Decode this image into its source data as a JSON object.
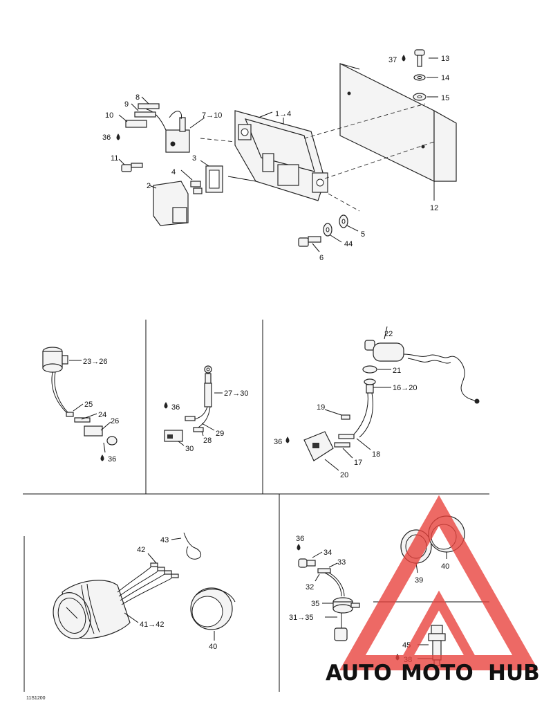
{
  "callouts": {
    "c1_4": "1→4",
    "c2": "2",
    "c3": "3",
    "c4": "4",
    "c5": "5",
    "c6": "6",
    "c7_10": "7→10",
    "c8": "8",
    "c9": "9",
    "c10": "10",
    "c11": "11",
    "c12": "12",
    "c13": "13",
    "c14": "14",
    "c15": "15",
    "c36a": "36",
    "c37": "37",
    "c44": "44",
    "c23_26": "23→26",
    "c24": "24",
    "c25": "25",
    "c26": "26",
    "c36b": "36",
    "c27_30": "27→30",
    "c28": "28",
    "c29": "29",
    "c30": "30",
    "c36c": "36",
    "c22": "22",
    "c21": "21",
    "c16_20": "16→20",
    "c19": "19",
    "c18": "18",
    "c17": "17",
    "c20": "20",
    "c36d": "36",
    "c43": "43",
    "c42": "42",
    "c41_42": "41→42",
    "c40a": "40",
    "c36e": "36",
    "c34": "34",
    "c33": "33",
    "c32": "32",
    "c35": "35",
    "c31_35": "31→35",
    "c40b": "40",
    "c39": "39",
    "c45": "45",
    "c38": "38"
  },
  "drawing_code": "11S1200",
  "watermark": {
    "text_auto": "AUTO",
    "text_moto": "MOTO",
    "text_hub": "HUB",
    "color_orange": "#f5b642",
    "color_red": "#e8403a",
    "color_gray": "#555555"
  }
}
